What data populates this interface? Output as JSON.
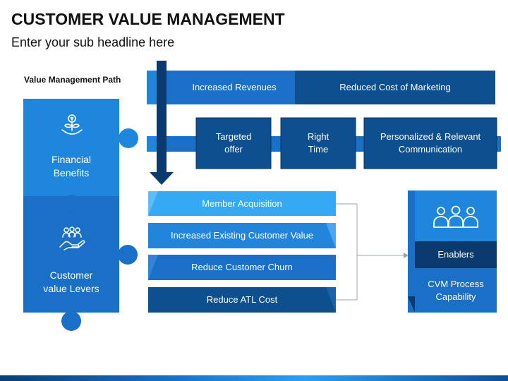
{
  "header": {
    "title": "CUSTOMER VALUE MANAGEMENT",
    "subtitle": "Enter your sub headline here"
  },
  "path_label": "Value Management Path",
  "left_panel": {
    "financial_benefits": "Financial\nBenefits",
    "customer_value_levers": "Customer\nvalue Levers",
    "icons": [
      "money-plant-icon",
      "customer-care-icon"
    ]
  },
  "top_bar": {
    "increased_revenues": "Increased Revenues",
    "reduced_cost_of_marketing": "Reduced Cost of Marketing"
  },
  "middle_boxes": {
    "targeted_offer": "Targeted\noffer",
    "right_time": "Right\nTime",
    "personalized_communication": "Personalized & Relevant\nCommunication"
  },
  "levers": [
    "Member Acquisition",
    "Increased Existing Customer Value",
    "Reduce Customer Churn",
    "Reduce ATL Cost"
  ],
  "right_panel": {
    "enablers": "Enablers",
    "cvm_process": "CVM Process\nCapability",
    "icon": "team-icon"
  },
  "colors": {
    "light_blue": "#2f8fe3",
    "mid_blue": "#1a6dc4",
    "dark_blue": "#0d4f8f",
    "navy": "#0a3f75",
    "cyan": "#36a9f5"
  }
}
